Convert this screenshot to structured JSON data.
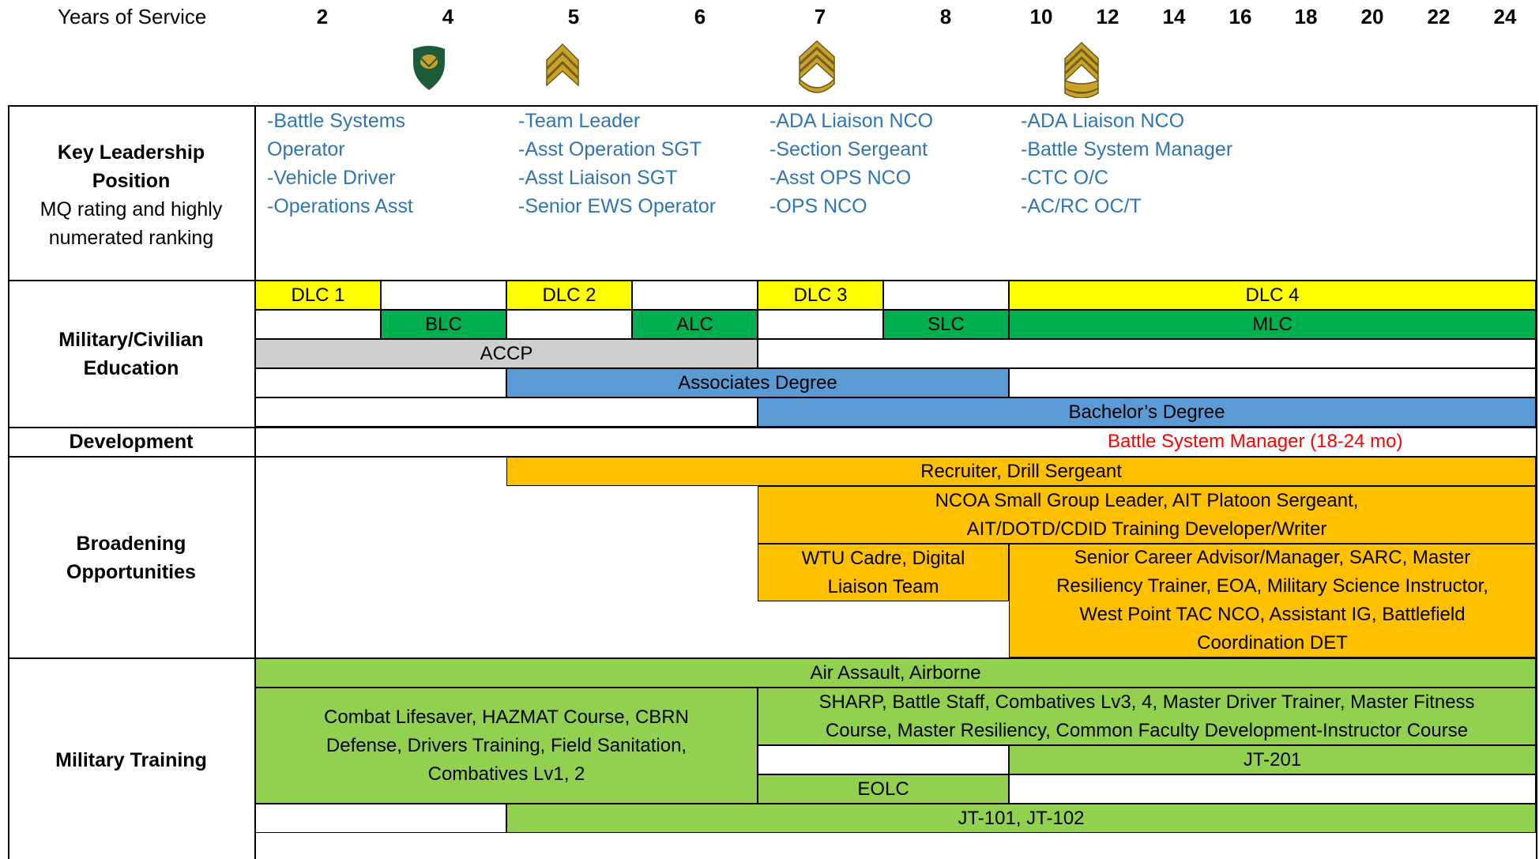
{
  "header": {
    "years_label": "Years of Service",
    "years": [
      "2",
      "4",
      "5",
      "6",
      "7",
      "8",
      "10",
      "12",
      "14",
      "16",
      "18",
      "20",
      "22",
      "24"
    ]
  },
  "insignia": [
    {
      "name": "specialist-rank-icon"
    },
    {
      "name": "sergeant-rank-icon"
    },
    {
      "name": "staff-sergeant-rank-icon"
    },
    {
      "name": "sergeant-first-class-rank-icon"
    }
  ],
  "sections": {
    "key_leadership": {
      "title_1": "Key Leadership",
      "title_2": "Position",
      "sub_1": "MQ rating and highly",
      "sub_2": "numerated ranking",
      "col1": [
        "-Battle Systems",
        "Operator",
        "-Vehicle Driver",
        "-Operations Asst"
      ],
      "col2": [
        "-Team Leader",
        "-Asst Operation SGT",
        "-Asst Liaison SGT",
        "-Senior EWS Operator"
      ],
      "col3": [
        "-ADA Liaison NCO",
        "-Section Sergeant",
        "-Asst OPS NCO",
        "-OPS NCO"
      ],
      "col4": [
        "-ADA Liaison NCO",
        "-Battle System Manager",
        "-CTC O/C",
        "-AC/RC OC/T"
      ]
    },
    "education": {
      "title_1": "Military/Civilian",
      "title_2": "Education",
      "dlc1": "DLC 1",
      "dlc2": "DLC 2",
      "dlc3": "DLC 3",
      "dlc4": "DLC 4",
      "blc": "BLC",
      "alc": "ALC",
      "slc": "SLC",
      "mlc": "MLC",
      "accp": "ACCP",
      "associates": "Associates Degree",
      "bachelors": "Bachelor’s Degree"
    },
    "development": {
      "title": "Development",
      "text": "Battle System Manager (18-24 mo)"
    },
    "broadening": {
      "title_1": "Broadening",
      "title_2": "Opportunities",
      "recruiter": "Recruiter, Drill Sergeant",
      "ncoa_1": "NCOA Small Group Leader, AIT Platoon Sergeant,",
      "ncoa_2": "AIT/DOTD/CDID Training Developer/Writer",
      "wtu_1": "WTU Cadre, Digital",
      "wtu_2": "Liaison Team",
      "senior_1": "Senior Career Advisor/Manager, SARC, Master",
      "senior_2": "Resiliency Trainer, EOA, Military Science Instructor,",
      "senior_3": "West Point TAC NCO, Assistant IG, Battlefield",
      "senior_4": "Coordination DET"
    },
    "training": {
      "title": "Military Training",
      "air_assault": "Air Assault, Airborne",
      "combat_1": "Combat Lifesaver, HAZMAT Course, CBRN",
      "combat_2": "Defense, Drivers Training, Field Sanitation,",
      "combat_3": "Combatives Lv1, 2",
      "sharp_1": "SHARP, Battle Staff, Combatives Lv3, 4, Master Driver Trainer, Master Fitness",
      "sharp_2": "Course, Master Resiliency, Common Faculty Development-Instructor Course",
      "jt201": "JT-201",
      "eolc": "EOLC",
      "jt101": "JT-101, JT-102"
    }
  },
  "colors": {
    "yellow": "#ffff00",
    "green": "#00b050",
    "grey": "#d0cece",
    "blue": "#5b9bd5",
    "orange": "#ffc000",
    "light_green": "#92d050",
    "link_blue": "#2e75b6",
    "red": "#ff0000",
    "insignia_gold": "#c9a227",
    "insignia_green": "#1e5b3a"
  }
}
